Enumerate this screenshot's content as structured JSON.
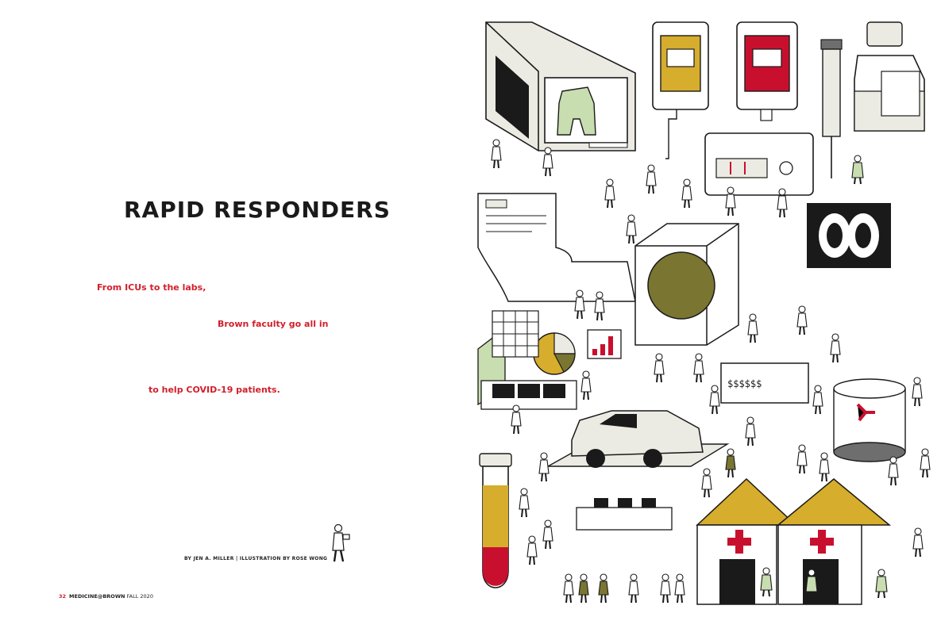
{
  "article": {
    "title": "RAPID RESPONDERS",
    "dek": [
      "From ICUs to the labs,",
      "Brown faculty go all in",
      "to help COVID-19 patients."
    ],
    "byline": "BY JEN A. MILLER | ILLUSTRATION BY ROSE WONG"
  },
  "folio": {
    "page_number": "32",
    "magazine": "MEDICINE@BROWN",
    "issue": "FALL 2020"
  },
  "illustration": {
    "chart_text": "$$$$$$",
    "colors": {
      "ink": "#1a1a1a",
      "gold": "#d6ad2c",
      "red": "#c8102e",
      "olive": "#7a7531",
      "sage": "#c8ddb0",
      "cream": "#ecebe3",
      "accent_red": "#d21f2b"
    }
  }
}
